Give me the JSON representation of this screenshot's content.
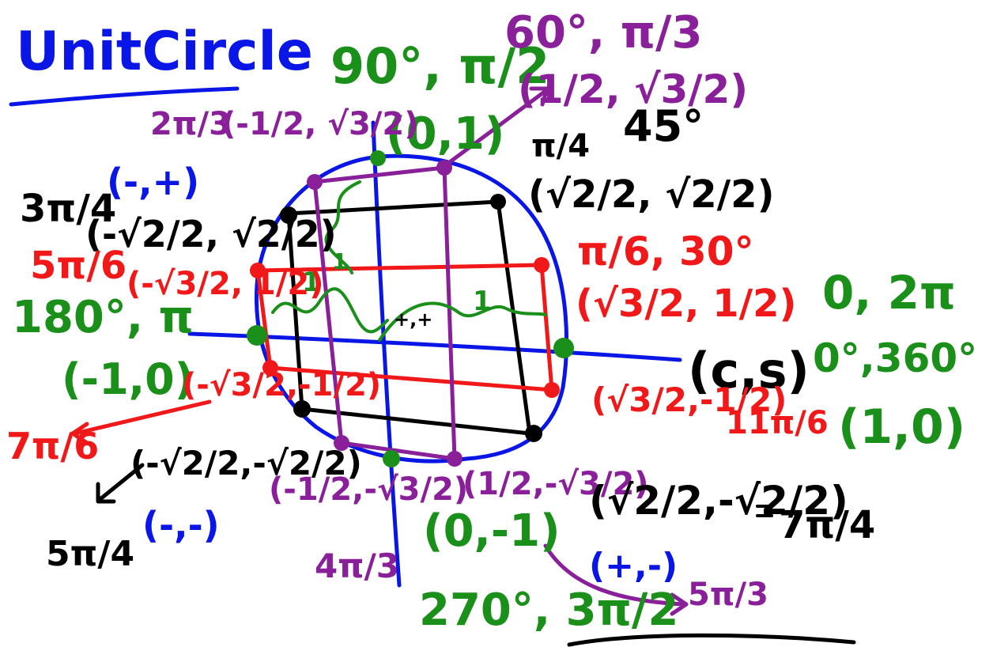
{
  "title": "UnitCircle",
  "center_label": "+,+",
  "generic_point": "(c,s)",
  "points": {
    "deg0": {
      "angle": "0, 2π",
      "degrees": "0°,360°",
      "coords": "(1,0)"
    },
    "deg30": {
      "angle": "π/6, 30°",
      "coords": "(√3/2, 1/2)"
    },
    "deg45": {
      "angle": "π/4",
      "degrees": "45°",
      "coords": "(√2/2, √2/2)"
    },
    "deg60": {
      "angle": "60°, π/3",
      "coords": "(1/2, √3/2)"
    },
    "deg90": {
      "angle": "90°, π/2",
      "coords": "(0,1)"
    },
    "deg120": {
      "angle": "2π/3",
      "coords": "(-1/2, √3/2)"
    },
    "deg135": {
      "angle": "3π/4",
      "coords": "(-√2/2, √2/2)"
    },
    "deg150": {
      "angle": "5π/6",
      "coords": "(-√3/2, 1/2)"
    },
    "deg180": {
      "angle": "180°, π",
      "coords": "(-1,0)"
    },
    "deg210": {
      "angle": "7π/6",
      "coords": "(-√3/2,-1/2)"
    },
    "deg225": {
      "angle": "5π/4",
      "coords": "(-√2/2,-√2/2)"
    },
    "deg240": {
      "angle": "4π/3",
      "coords": "(-1/2,-√3/2)"
    },
    "deg270": {
      "angle": "270°, 3π/2",
      "coords": "(0,-1)"
    },
    "deg300": {
      "angle": "5π/3",
      "coords": "(1/2,-√3/2)"
    },
    "deg315": {
      "angle": "7π/4",
      "coords": "(√2/2,-√2/2)"
    },
    "deg330": {
      "angle": "11π/6",
      "coords": "(√3/2,-1/2)"
    }
  },
  "quadrant_signs": {
    "q2": "(-,+)",
    "q3": "(-,-)",
    "q4": "(+,-)"
  },
  "graph_values": {
    "one_left": "1",
    "one_right": "1",
    "one_vertical": "1"
  },
  "colors": {
    "title": "#0a16e6",
    "axes": "#0a16e6",
    "deg45_family": "#000000",
    "deg30_family": "#f01818",
    "deg60_family": "#8a1f9a",
    "axis_points": "#1a8f1a"
  }
}
